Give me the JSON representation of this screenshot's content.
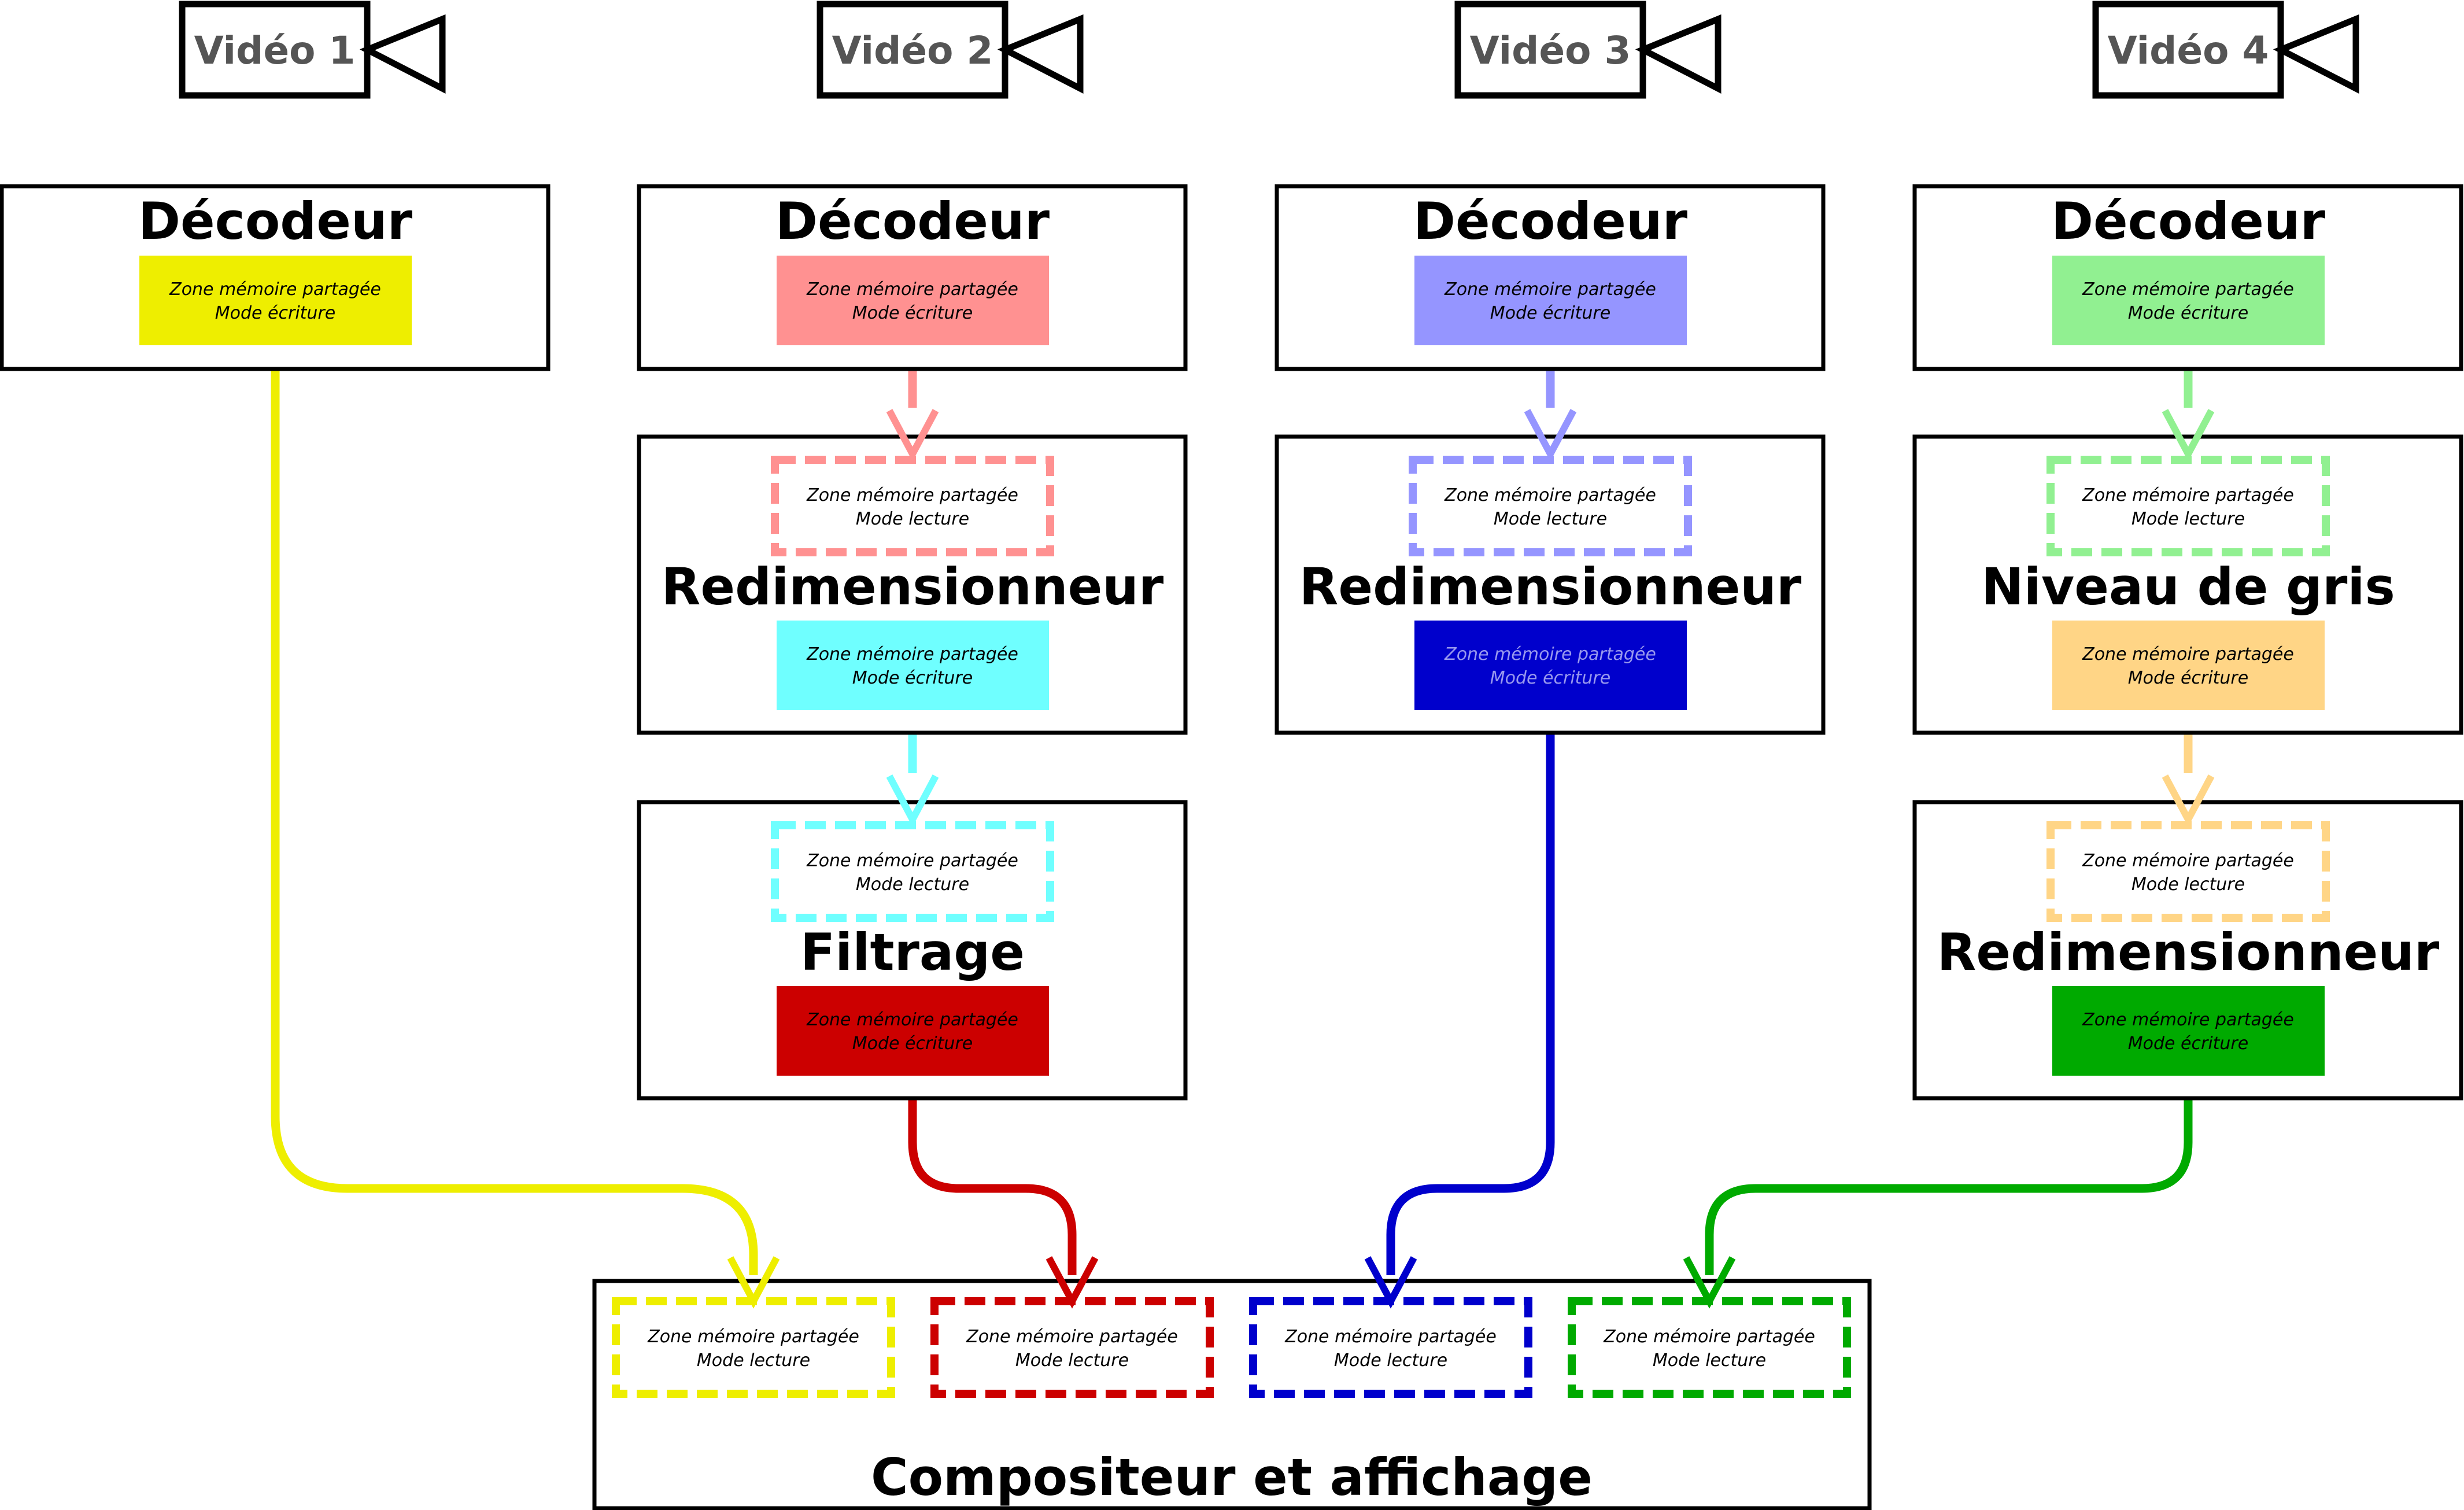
{
  "cameras": [
    {
      "label": "Vidéo 1"
    },
    {
      "label": "Vidéo 2"
    },
    {
      "label": "Vidéo 3"
    },
    {
      "label": "Vidéo 4"
    }
  ],
  "columns": [
    {
      "decoder": {
        "title": "Décodeur",
        "write_zone": {
          "line1": "Zone mémoire partagée",
          "line2": "Mode écriture",
          "color": "#eeee00"
        }
      }
    },
    {
      "decoder": {
        "title": "Décodeur",
        "write_zone": {
          "line1": "Zone mémoire partagée",
          "line2": "Mode écriture",
          "color": "#ff9191"
        }
      },
      "stage1": {
        "title": "Redimensionneur",
        "read_zone": {
          "line1": "Zone mémoire partagée",
          "line2": "Mode lecture",
          "color": "#ff9191"
        },
        "write_zone": {
          "line1": "Zone mémoire partagée",
          "line2": "Mode écriture",
          "color": "#6fffff"
        }
      },
      "stage2": {
        "title": "Filtrage",
        "read_zone": {
          "line1": "Zone mémoire partagée",
          "line2": "Mode lecture",
          "color": "#6fffff"
        },
        "write_zone": {
          "line1": "Zone mémoire partagée",
          "line2": "Mode écriture",
          "color": "#cc0000"
        }
      }
    },
    {
      "decoder": {
        "title": "Décodeur",
        "write_zone": {
          "line1": "Zone mémoire partagée",
          "line2": "Mode écriture",
          "color": "#9595ff"
        }
      },
      "stage1": {
        "title": "Redimensionneur",
        "read_zone": {
          "line1": "Zone mémoire partagée",
          "line2": "Mode lecture",
          "color": "#9595ff"
        },
        "write_zone": {
          "line1": "Zone mémoire partagée",
          "line2": "Mode écriture",
          "color": "#0000cc"
        }
      }
    },
    {
      "decoder": {
        "title": "Décodeur",
        "write_zone": {
          "line1": "Zone mémoire partagée",
          "line2": "Mode écriture",
          "color": "#91f091"
        }
      },
      "stage1": {
        "title": "Niveau de gris",
        "read_zone": {
          "line1": "Zone mémoire partagée",
          "line2": "Mode lecture",
          "color": "#91f091"
        },
        "write_zone": {
          "line1": "Zone mémoire partagée",
          "line2": "Mode écriture",
          "color": "#ffd586"
        }
      },
      "stage2": {
        "title": "Redimensionneur",
        "read_zone": {
          "line1": "Zone mémoire partagée",
          "line2": "Mode lecture",
          "color": "#ffd586"
        },
        "write_zone": {
          "line1": "Zone mémoire partagée",
          "line2": "Mode écriture",
          "color": "#00aa00"
        }
      }
    }
  ],
  "compositor": {
    "title": "Compositeur et affichage",
    "read_zones": [
      {
        "line1": "Zone mémoire partagée",
        "line2": "Mode lecture",
        "color": "#eeee00"
      },
      {
        "line1": "Zone mémoire partagée",
        "line2": "Mode lecture",
        "color": "#cc0000"
      },
      {
        "line1": "Zone mémoire partagée",
        "line2": "Mode lecture",
        "color": "#0000cc"
      },
      {
        "line1": "Zone mémoire partagée",
        "line2": "Mode lecture",
        "color": "#00aa00"
      }
    ]
  },
  "connectors": [
    {
      "from": "Décodeur (Vidéo 1)",
      "to": "Compositeur et affichage",
      "color": "#eeee00"
    },
    {
      "from": "Décodeur (Vidéo 2)",
      "to": "Redimensionneur",
      "color": "#ff9191"
    },
    {
      "from": "Redimensionneur",
      "to": "Filtrage",
      "color": "#6fffff"
    },
    {
      "from": "Filtrage",
      "to": "Compositeur et affichage",
      "color": "#cc0000"
    },
    {
      "from": "Décodeur (Vidéo 3)",
      "to": "Redimensionneur",
      "color": "#9595ff"
    },
    {
      "from": "Redimensionneur",
      "to": "Compositeur et affichage",
      "color": "#0000cc"
    },
    {
      "from": "Décodeur (Vidéo 4)",
      "to": "Niveau de gris",
      "color": "#91f091"
    },
    {
      "from": "Niveau de gris",
      "to": "Redimensionneur",
      "color": "#ffd586"
    },
    {
      "from": "Redimensionneur",
      "to": "Compositeur et affichage",
      "color": "#00aa00"
    }
  ]
}
